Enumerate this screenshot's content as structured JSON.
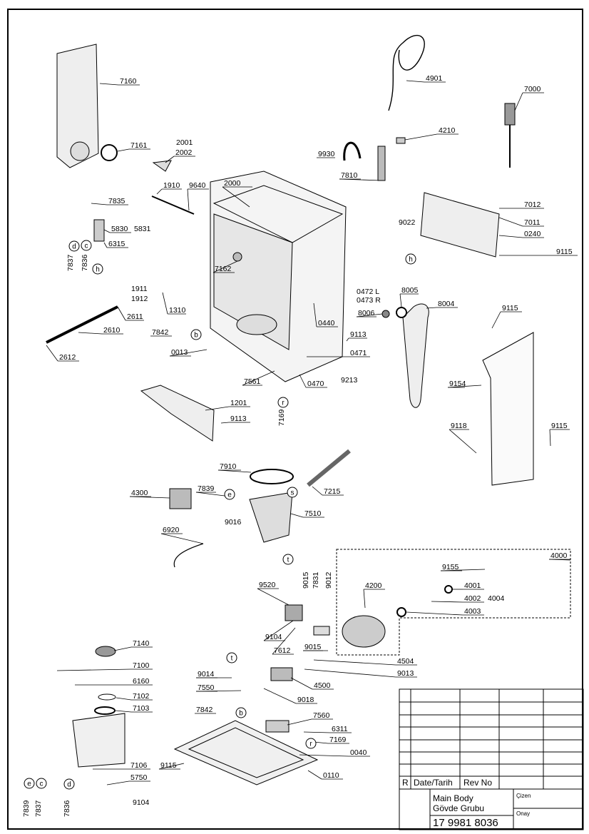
{
  "part_labels": {
    "p7160": "7160",
    "p7161": "7161",
    "p2001": "2001",
    "p2002": "2002",
    "p1910": "1910",
    "p9640": "9640",
    "p2000": "2000",
    "p4901": "4901",
    "p4210": "4210",
    "p9930": "9930",
    "p7810": "7810",
    "p7000": "7000",
    "p7012": "7012",
    "p7011": "7011",
    "p0240": "0240",
    "p9022": "9022",
    "p9115a": "9115",
    "p7835": "7835",
    "p5830": "5830",
    "p5831": "5831",
    "p6315": "6315",
    "p7837a": "7837",
    "p7836a": "7836",
    "p7162": "7162",
    "p1911": "1911",
    "p1912": "1912",
    "p1310": "1310",
    "p2611": "2611",
    "p2610": "2610",
    "p2612": "2612",
    "p7842a": "7842",
    "p0013": "0013",
    "p0472": "0472 L",
    "p0473": "0473 R",
    "p8005": "8005",
    "p8006": "8006",
    "p8004": "8004",
    "p0440": "0440",
    "p9113a": "9113",
    "p0471": "0471",
    "p7561": "7561",
    "p0470": "0470",
    "p9213": "9213",
    "p7169a": "7169",
    "p9115b": "9115",
    "p9154": "9154",
    "p9118": "9118",
    "p9115c": "9115",
    "p1201": "1201",
    "p9113b": "9113",
    "p7910": "7910",
    "p4300": "4300",
    "p7839a": "7839",
    "p7215": "7215",
    "p9016": "9016",
    "p7510": "7510",
    "p6920": "6920",
    "p4000": "4000",
    "p9155": "9155",
    "p4001": "4001",
    "p4002": "4002",
    "p4004": "4004",
    "p4003": "4003",
    "p4200": "4200",
    "p9520": "9520",
    "p9015a": "9015",
    "p7831": "7831",
    "p9012": "9012",
    "p9104a": "9104",
    "p7612": "7612",
    "p9015b": "9015",
    "p4504": "4504",
    "p9013": "9013",
    "p9014": "9014",
    "p7550": "7550",
    "p4500": "4500",
    "p9018": "9018",
    "p7140": "7140",
    "p7100": "7100",
    "p6160": "6160",
    "p7102": "7102",
    "p7103": "7103",
    "p7106": "7106",
    "p5750": "5750",
    "p9104b": "9104",
    "p7839b": "7839",
    "p7837b": "7837",
    "p7836b": "7836",
    "p7842b": "7842",
    "p7560": "7560",
    "p6311": "6311",
    "p7169b": "7169",
    "p0040": "0040",
    "p9115d": "9115",
    "p0110": "0110"
  },
  "circle_labels": {
    "d1": "d",
    "c1": "c",
    "h1": "h",
    "b1": "b",
    "r1": "r",
    "h2": "h",
    "e1": "e",
    "s1": "s",
    "t1": "t",
    "t2": "t",
    "e2": "e",
    "c2": "c",
    "d2": "d",
    "b2": "b",
    "r2": "r"
  },
  "title_block": {
    "r_marker": "R",
    "date_header": "Date/Tarih",
    "rev_header": "Rev No",
    "title_en": "Main Body",
    "title_tr": "Gövde Grubu",
    "doc_number": "17 9981 8036",
    "cizen_label": "Çizen",
    "onay_label": "Onay"
  }
}
